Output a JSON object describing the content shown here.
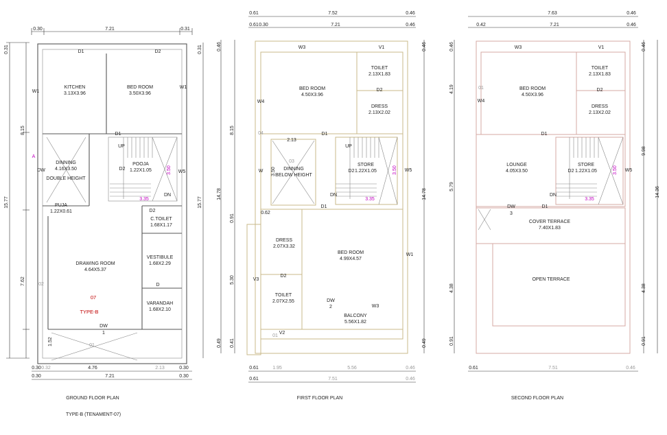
{
  "plans": {
    "ground": {
      "caption": "GROUND FLOOR PLAN",
      "subcaption": "TYPE-B (TENAMENT-07)",
      "dims_top": [
        "0.30",
        "7.21",
        "0.31"
      ],
      "dims_bottom": [
        "0.30",
        "0.32",
        "4.76",
        "2.13",
        "0.30",
        "0.30",
        "7.21",
        "0.30"
      ],
      "dims_left": [
        "0.31",
        "15.77",
        "8.15",
        "7.62",
        "1.52"
      ],
      "dims_right": [
        "0.31",
        "15.77"
      ],
      "rooms": [
        {
          "name": "KITCHEN",
          "size": "3.13X3.96"
        },
        {
          "name": "BED ROOM",
          "size": "3.50X3.96"
        },
        {
          "name": "DINNING",
          "size": "4.16X3.50"
        },
        {
          "name": "DOUBLE HEIGHT",
          "size": ""
        },
        {
          "name": "POOJA",
          "size": "1.22X1.05"
        },
        {
          "name": "PUJA",
          "size": "1.22X0.61"
        },
        {
          "name": "C.TOILET",
          "size": "1.68X1.17"
        },
        {
          "name": "DRAWING ROOM",
          "size": "4.64X5.37"
        },
        {
          "name": "VESTIBULE",
          "size": "1.68X2.29"
        },
        {
          "name": "VARANDAH",
          "size": "1.68X2.10"
        }
      ],
      "labels": {
        "d1a": "D1",
        "d2a": "D2",
        "w1a": "W1",
        "w1b": "W1",
        "d1b": "D1",
        "up": "UP",
        "d2b": "D2",
        "w5": "W5",
        "dn": "DN",
        "d2c": "D2",
        "dw_side": "DW",
        "d": "D",
        "dw": "DW",
        "one": "1",
        "o1": "01",
        "o2": "02",
        "a": "A",
        "stair_w": "3.50",
        "stair_l": "3.35",
        "unit": "07",
        "type": "TYPE-B"
      }
    },
    "first": {
      "caption": "FIRST FLOOR PLAN",
      "dims_top": [
        "0.61",
        "7.52",
        "0.46",
        "0.61",
        "0.30",
        "7.21",
        "0.46"
      ],
      "dims_bottom": [
        "0.61",
        "1.95",
        "5.56",
        "0.46",
        "0.61",
        "7.51",
        "0.46"
      ],
      "dims_left": [
        "0.46",
        "14.78",
        "8.15",
        "0.91",
        "5.30",
        "0.49",
        "0.41"
      ],
      "dims_right": [
        "0.46",
        "14.78",
        "0.49"
      ],
      "rooms": [
        {
          "name": "BED ROOM",
          "size": "4.50X3.96"
        },
        {
          "name": "TOILET",
          "size": "2.13X1.83"
        },
        {
          "name": "DRESS",
          "size": "2.13X2.02"
        },
        {
          "name": "DINNING",
          "size": "BELOW HEIGHT"
        },
        {
          "name": "STORE",
          "size": "1.22X1.05"
        },
        {
          "name": "DRESS",
          "size": "2.07X3.32"
        },
        {
          "name": "BED ROOM",
          "size": "4.99X4.57"
        },
        {
          "name": "TOILET",
          "size": "2.07X2.55"
        },
        {
          "name": "BALCONY",
          "size": "5.56X1.82"
        }
      ],
      "labels": {
        "w3a": "W3",
        "v1": "V1",
        "d2a": "D2",
        "w4": "W4",
        "o4": "04",
        "w": "W",
        "d1a": "D1",
        "d1b": "D1",
        "up": "UP",
        "d2b": "D2",
        "w5": "W5",
        "dn": "DN",
        "o3": "03",
        "d213": "2.13",
        "d350": "3.50",
        "w1": "W1",
        "v3": "V3",
        "d2c": "D2",
        "dw": "DW",
        "two": "2",
        "w3b": "W3",
        "v2": "V2",
        "o1": "01",
        "d062": "0.62",
        "stair_w": "3.50",
        "stair_l": "3.35"
      }
    },
    "second": {
      "caption": "SECOND FLOOR PLAN",
      "dims_top": [
        "7.63",
        "0.46",
        "0.42",
        "7.21",
        "0.46"
      ],
      "dims_bottom": [
        "0.61",
        "7.51",
        "0.46"
      ],
      "dims_left": [
        "0.46",
        "4.19",
        "5.79",
        "4.38",
        "0.91"
      ],
      "dims_right": [
        "0.46",
        "9.98",
        "14.36",
        "4.38",
        "0.91"
      ],
      "rooms": [
        {
          "name": "BED ROOM",
          "size": "4.50X3.96"
        },
        {
          "name": "TOILET",
          "size": "2.13X1.83"
        },
        {
          "name": "DRESS",
          "size": "2.13X2.02"
        },
        {
          "name": "LOUNGE",
          "size": "4.05X3.50"
        },
        {
          "name": "STORE",
          "size": "1.22X1.05"
        },
        {
          "name": "COVER TERRACE",
          "size": "7.40X1.83"
        },
        {
          "name": "OPEN TERRACE",
          "size": ""
        }
      ],
      "labels": {
        "w3": "W3",
        "v1": "V1",
        "d2": "D2",
        "w4": "W4",
        "o1": "01",
        "d1a": "D1",
        "d2b": "D2",
        "w5": "W5",
        "dn": "DN",
        "dw": "DW",
        "three": "3",
        "d1b": "D1",
        "stair_w": "3.50",
        "stair_l": "3.35"
      }
    }
  }
}
